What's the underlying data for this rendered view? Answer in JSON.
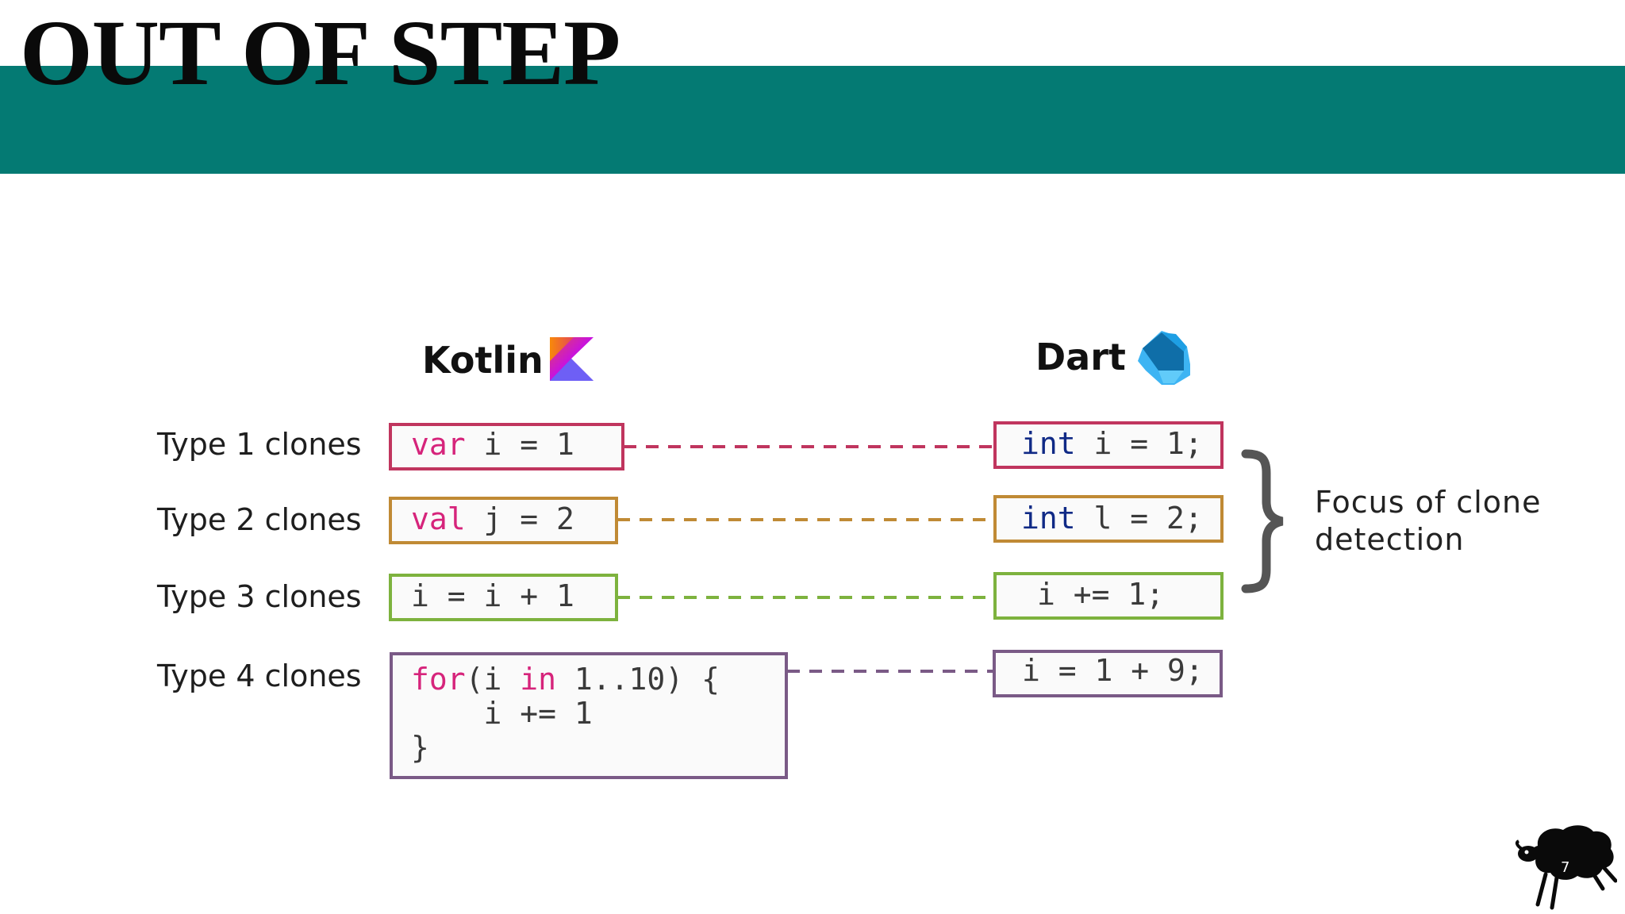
{
  "slide": {
    "title": "OUT OF STEP",
    "page_number": "7",
    "colors": {
      "band": "#047a73",
      "type1": "#c0355e",
      "type2": "#c08a35",
      "type3": "#7db23e",
      "type4": "#7a5a86",
      "keyword_kotlin": "#d6247b",
      "keyword_dart": "#102a86"
    }
  },
  "columns": {
    "kotlin": {
      "label": "Kotlin",
      "icon": "kotlin-logo-icon"
    },
    "dart": {
      "label": "Dart",
      "icon": "dart-logo-icon"
    }
  },
  "rows": [
    {
      "label": "Type 1 clones",
      "kotlin": {
        "kw": "var",
        "rest": " i = 1"
      },
      "dart": {
        "kw": "int",
        "rest": " i = 1;"
      }
    },
    {
      "label": "Type 2 clones",
      "kotlin": {
        "kw": "val",
        "rest": " j = 2"
      },
      "dart": {
        "kw": "int",
        "rest": " l = 2;"
      }
    },
    {
      "label": "Type 3 clones",
      "kotlin": {
        "kw": "",
        "rest": "i = i + 1"
      },
      "dart": {
        "kw": "",
        "rest": "i += 1;"
      }
    },
    {
      "label": "Type 4 clones",
      "kotlin": {
        "line1_kw": "for",
        "line1_a": "(i ",
        "line1_kw2": "in",
        "line1_b": " 1..10) {",
        "line2": "    i += 1",
        "line3": "}"
      },
      "dart": {
        "kw": "",
        "rest": "i = 1 + 9;"
      }
    }
  ],
  "focus": {
    "line1": "Focus of clone",
    "line2": "detection",
    "icon": "curly-brace-icon"
  },
  "mascot": {
    "icon": "black-sheep-icon"
  }
}
